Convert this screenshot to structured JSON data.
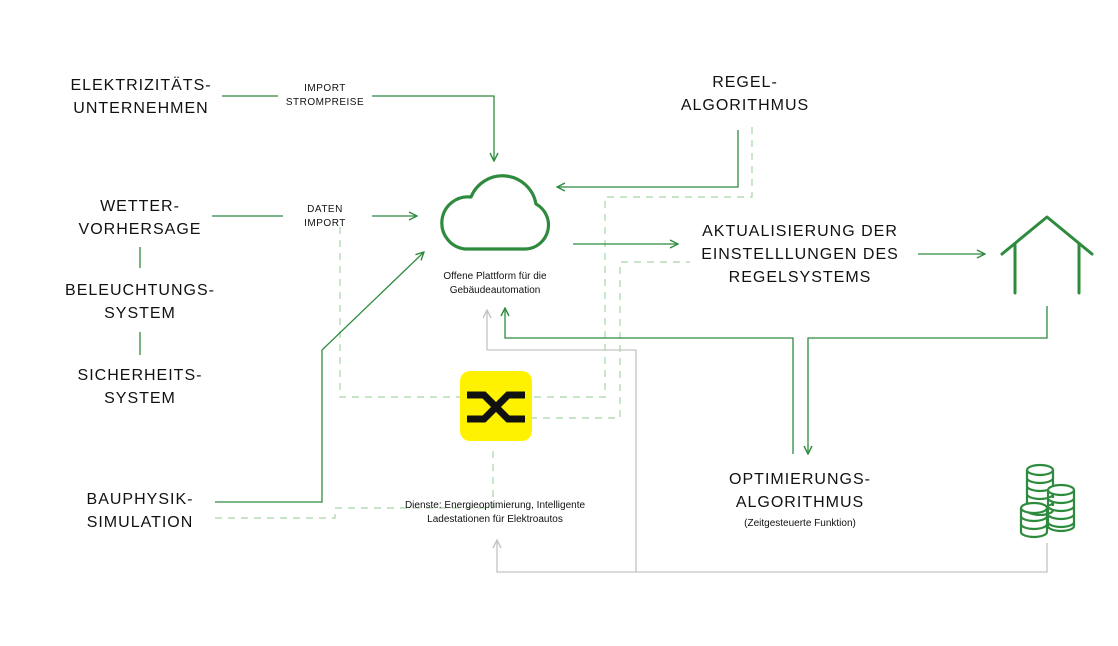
{
  "nodes": {
    "electricity": [
      "ELEKTRIZITÄTS-",
      "UNTERNEHMEN"
    ],
    "import_prices": [
      "IMPORT",
      "STROMPREISE"
    ],
    "weather": [
      "WETTER-",
      "VORHERSAGE"
    ],
    "data_import": [
      "DATEN",
      "IMPORT"
    ],
    "lighting": [
      "BELEUCHTUNGS-",
      "SYSTEM"
    ],
    "security": [
      "SICHERHEITS-",
      "SYSTEM"
    ],
    "building_physics": [
      "BAUPHYSIK-",
      "SIMULATION"
    ],
    "control_algorithm": [
      "REGEL-",
      "ALGORITHMUS"
    ],
    "update_settings": [
      "AKTUALISIERUNG DER",
      "EINSTELLLUNGEN DES",
      "REGELSYSTEMS"
    ],
    "optimization": [
      "OPTIMIERUNGS-",
      "ALGORITHMUS"
    ],
    "optimization_note": "(Zeitgesteuerte Funktion)",
    "platform": [
      "Offene Plattform für die",
      "Gebäudeautomation"
    ],
    "services": [
      "Dienste: Energieoptimierung, Intelligente",
      "Ladestationen für Elektroautos"
    ]
  },
  "colors": {
    "green": "#2e8b3e",
    "light_green": "#a8d5a8",
    "gray": "#c4c4c4",
    "yellow": "#fff200",
    "black": "#111111"
  },
  "icons": [
    "cloud-icon",
    "house-icon",
    "coins-icon",
    "exchange-logo-icon"
  ]
}
